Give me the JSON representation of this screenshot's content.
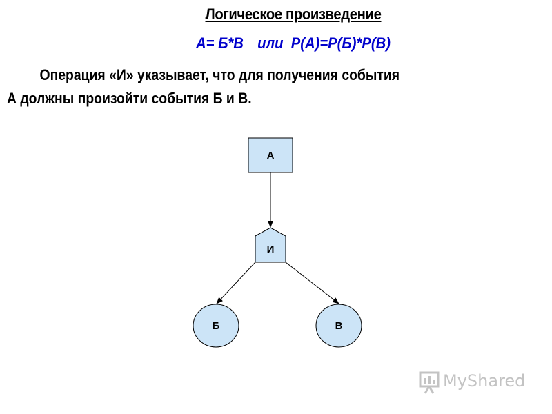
{
  "title": "Логическое произведение",
  "formula": {
    "part1": "А= Б*В",
    "connector": "или",
    "part2": "Р(А)=Р(Б)*Р(В)"
  },
  "description": {
    "line1": "Операция «И» указывает, что для получения события",
    "line2": "А должны произойти события Б и В."
  },
  "diagram": {
    "top_node": "А",
    "gate": "И",
    "left_node": "Б",
    "right_node": "В",
    "node_fill": "#cce4f7"
  },
  "watermark": {
    "text": "MyShared",
    "icon": "presentation-board-icon"
  }
}
